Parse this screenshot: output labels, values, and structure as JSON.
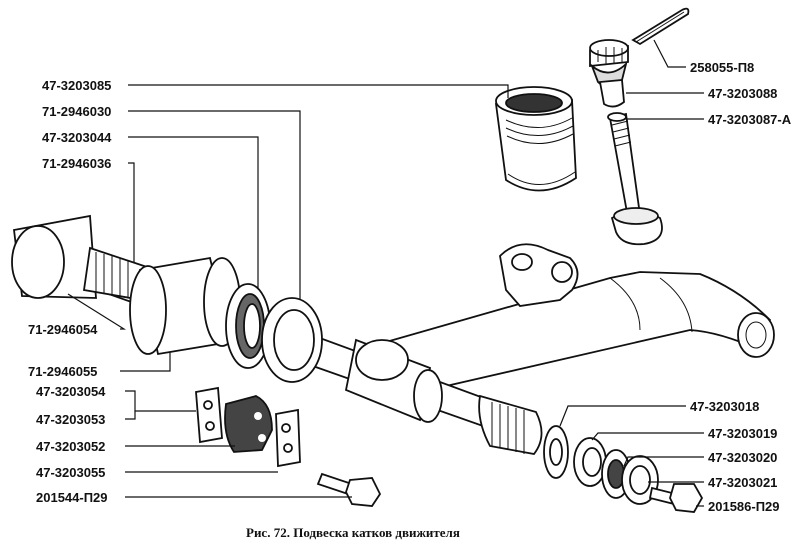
{
  "figure": {
    "caption": "Рис. 72. Подвеска катков движителя"
  },
  "labels": {
    "l_3085": "47-3203085",
    "l_6030": "71-2946030",
    "l_3044": "47-3203044",
    "l_6036": "71-2946036",
    "l_6054": "71-2946054",
    "l_6055": "71-2946055",
    "l_3054": "47-3203054",
    "l_3053": "47-3203053",
    "l_3052": "47-3203052",
    "l_3055": "47-3203055",
    "l_p29a": "201544-П29",
    "l_p8": "258055-П8",
    "l_3088": "47-3203088",
    "l_3087": "47-3203087-А",
    "l_3018": "47-3203018",
    "l_3019": "47-3203019",
    "l_3020": "47-3203020",
    "l_3021": "47-3203021",
    "l_p29b": "201586-П29"
  }
}
